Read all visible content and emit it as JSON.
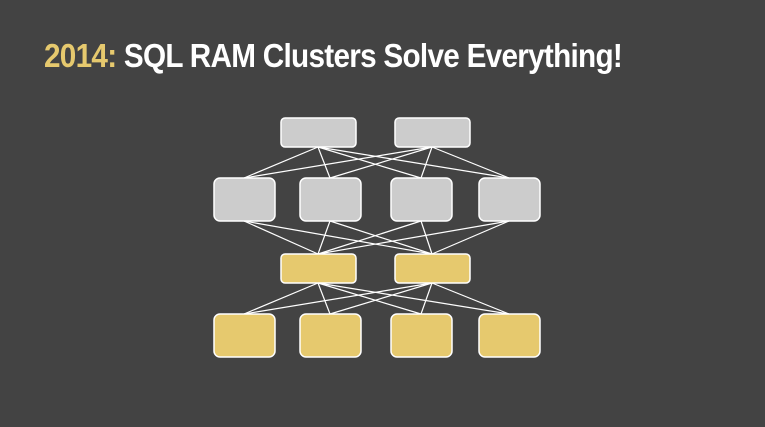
{
  "slide": {
    "title_year": "2014:",
    "title_text": " SQL RAM Clusters Solve Everything!"
  },
  "colors": {
    "background": "#434343",
    "accent": "#e6c96e",
    "title": "#ffffff",
    "node_gray": "#cccccc",
    "node_gold": "#e6c96e",
    "connector": "#ffffff"
  },
  "diagram": {
    "layers": [
      {
        "name": "top-gray-layer",
        "node_count": 2,
        "color": "gray"
      },
      {
        "name": "upper-gray-layer",
        "node_count": 4,
        "color": "gray"
      },
      {
        "name": "middle-gold-layer",
        "node_count": 2,
        "color": "gold"
      },
      {
        "name": "bottom-gold-layer",
        "node_count": 4,
        "color": "gold"
      }
    ],
    "connection_pattern": "fully-connected between adjacent layers"
  }
}
